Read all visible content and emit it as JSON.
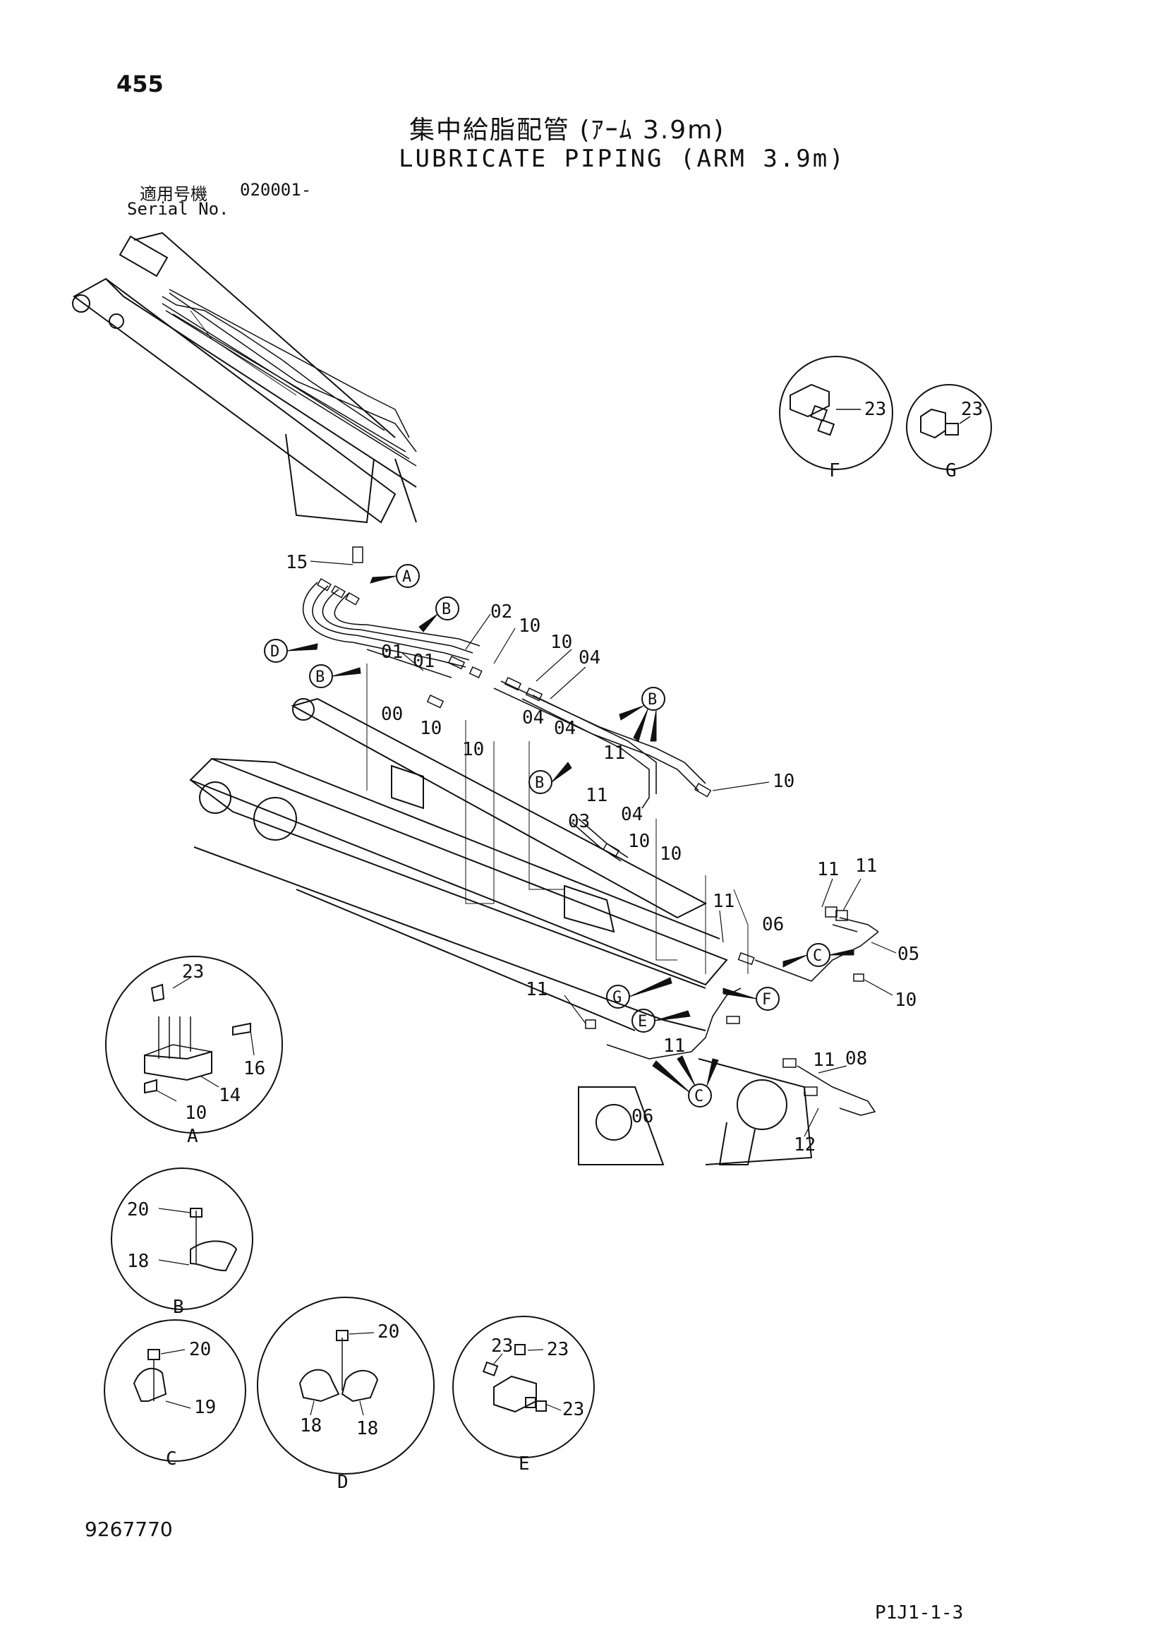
{
  "page_number": "455",
  "title_jp": "集中給脂配管 (ｱｰﾑ 3.9m)",
  "title_en": "LUBRICATE PIPING (ARM 3.9m)",
  "serial_label_jp": "適用号機",
  "serial_label_en": "Serial No.",
  "serial_value": "020001-",
  "catalog_no": "9267770",
  "page_code": "P1J1-1-3",
  "callout_letters": [
    "A",
    "B",
    "C",
    "D",
    "E",
    "F",
    "G"
  ],
  "main_part_labels": [
    "00",
    "01",
    "02",
    "03",
    "04",
    "05",
    "06",
    "08",
    "10",
    "11",
    "12",
    "15"
  ],
  "detail_views": {
    "A": {
      "letter": "A",
      "parts": [
        "23",
        "16",
        "14",
        "10"
      ]
    },
    "B": {
      "letter": "B",
      "parts": [
        "20",
        "18"
      ]
    },
    "C": {
      "letter": "C",
      "parts": [
        "20",
        "19"
      ]
    },
    "D": {
      "letter": "D",
      "parts": [
        "20",
        "18",
        "18"
      ]
    },
    "E": {
      "letter": "E",
      "parts": [
        "23",
        "23",
        "23"
      ]
    },
    "F": {
      "letter": "F",
      "parts": [
        "23"
      ]
    },
    "G": {
      "letter": "G",
      "parts": [
        "23"
      ]
    }
  }
}
